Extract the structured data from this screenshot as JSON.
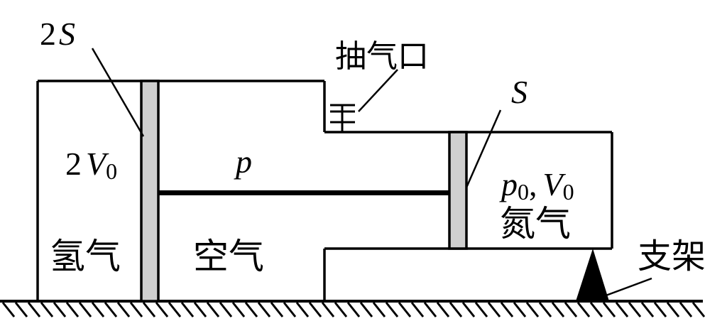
{
  "labels": {
    "left_area": "2S",
    "left_area_num": "2",
    "left_area_var": "S",
    "right_area": "S",
    "exhaust_port": "抽气口",
    "left_volume": "2V0",
    "left_volume_num": "2",
    "left_volume_var": "V",
    "left_volume_sub": "0",
    "middle_pressure": "p",
    "right_state": "p0, V0",
    "right_state_p": "p",
    "right_state_p_sub": "0",
    "right_state_comma": ",",
    "right_state_v": "V",
    "right_state_v_sub": "0",
    "hydrogen": "氢气",
    "air": "空气",
    "nitrogen": "氮气",
    "support": "支架"
  }
}
